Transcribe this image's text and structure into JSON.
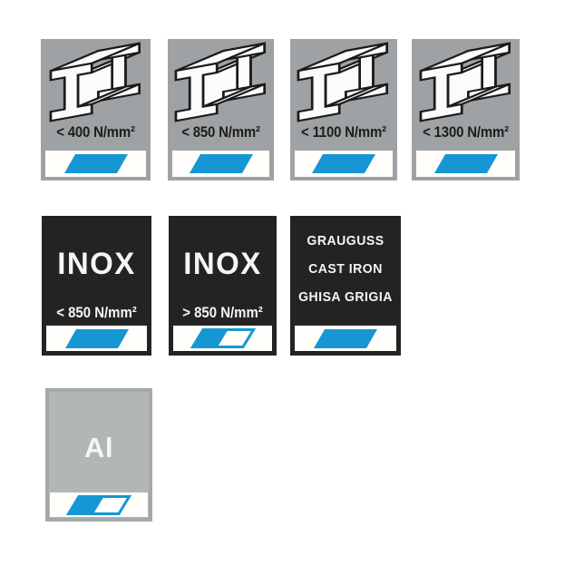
{
  "colors": {
    "accent_blue": "#1697d3",
    "tile_gray": "#9fa2a4",
    "tile_black": "#232323",
    "al_border": "#a5a8aa",
    "al_gray": "#b3b6b7",
    "strip_white": "#fffefa",
    "label_dark": "#1d1d1b",
    "label_light": "#f5f5f3"
  },
  "rows": {
    "steel": {
      "items": [
        {
          "icon": "steel-ibeam-icon",
          "label": "< 400 N/mm²",
          "marker": "full-blue-parallelogram"
        },
        {
          "icon": "steel-ibeam-icon",
          "label": "< 850 N/mm²",
          "marker": "full-blue-parallelogram"
        },
        {
          "icon": "steel-ibeam-icon",
          "label": "< 1100 N/mm²",
          "marker": "full-blue-parallelogram"
        },
        {
          "icon": "steel-ibeam-icon",
          "label": "< 1300 N/mm²",
          "marker": "full-blue-parallelogram"
        }
      ]
    },
    "stainless_and_cast": {
      "items": [
        {
          "title": "INOX",
          "label": "< 850 N/mm²",
          "marker": "full-blue-parallelogram"
        },
        {
          "title": "INOX",
          "label": "> 850 N/mm²",
          "marker": "half-blue-parallelogram"
        },
        {
          "lines": [
            "GRAUGUSS",
            "CAST IRON",
            "GHISA GRIGIA"
          ],
          "marker": "full-blue-parallelogram"
        }
      ]
    },
    "aluminium": {
      "items": [
        {
          "title": "Al",
          "marker": "half-blue-parallelogram"
        }
      ]
    }
  }
}
